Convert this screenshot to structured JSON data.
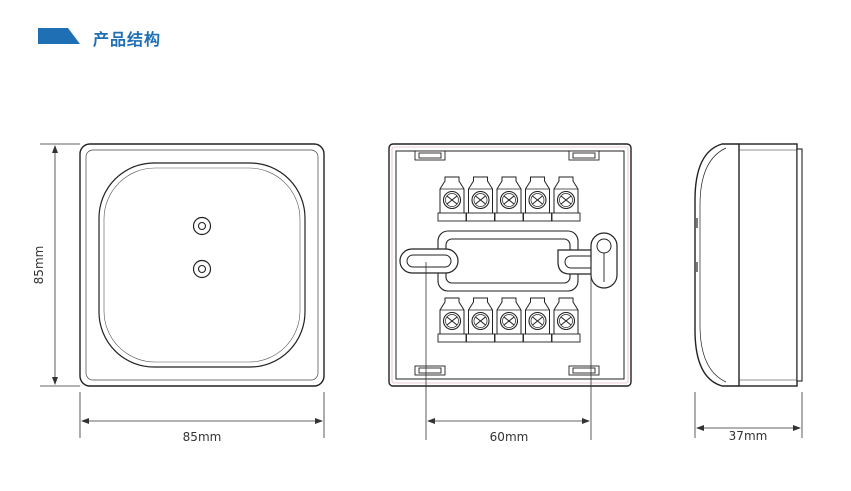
{
  "header": {
    "title": "产品结构",
    "accent_color": "#1f6fb5"
  },
  "dimensions": {
    "front_width": "85mm",
    "front_height": "85mm",
    "back_hole_spacing": "60mm",
    "side_depth": "37mm"
  },
  "terminals": {
    "top_count": 5,
    "bottom_count": 5
  }
}
